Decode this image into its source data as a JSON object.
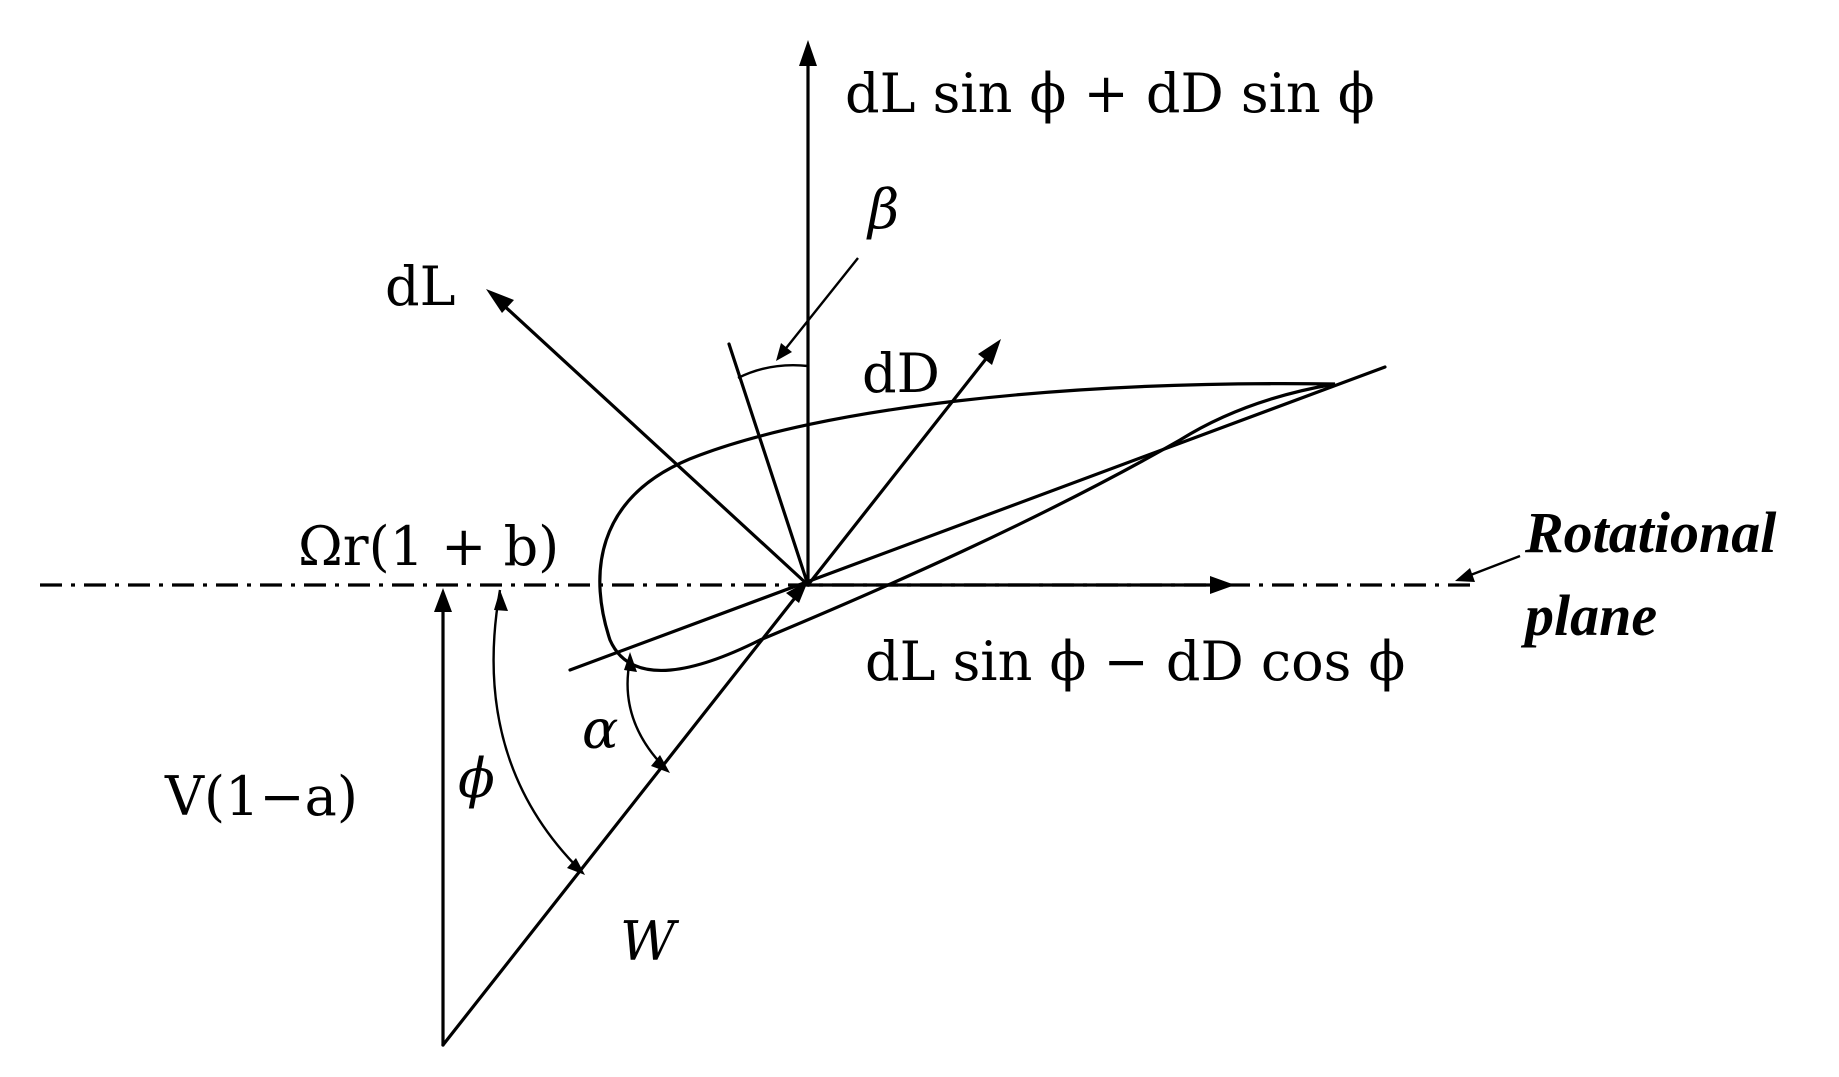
{
  "labels": {
    "vertical_force": "dL sin ϕ + dD sin ϕ",
    "horizontal_force": "dL sin ϕ − dD cos ϕ",
    "lift": "dL",
    "drag": "dD",
    "tangential_velocity": "Ωr(1 + b)",
    "axial_velocity": "V(1−a)",
    "relative_velocity": "W",
    "twist_angle": "β",
    "inflow_angle": "ϕ",
    "attack_angle": "α",
    "rotational_plane_line1": "Rotational",
    "rotational_plane_line2": "plane"
  },
  "icons": {
    "arrowhead": "filled-triangle"
  }
}
